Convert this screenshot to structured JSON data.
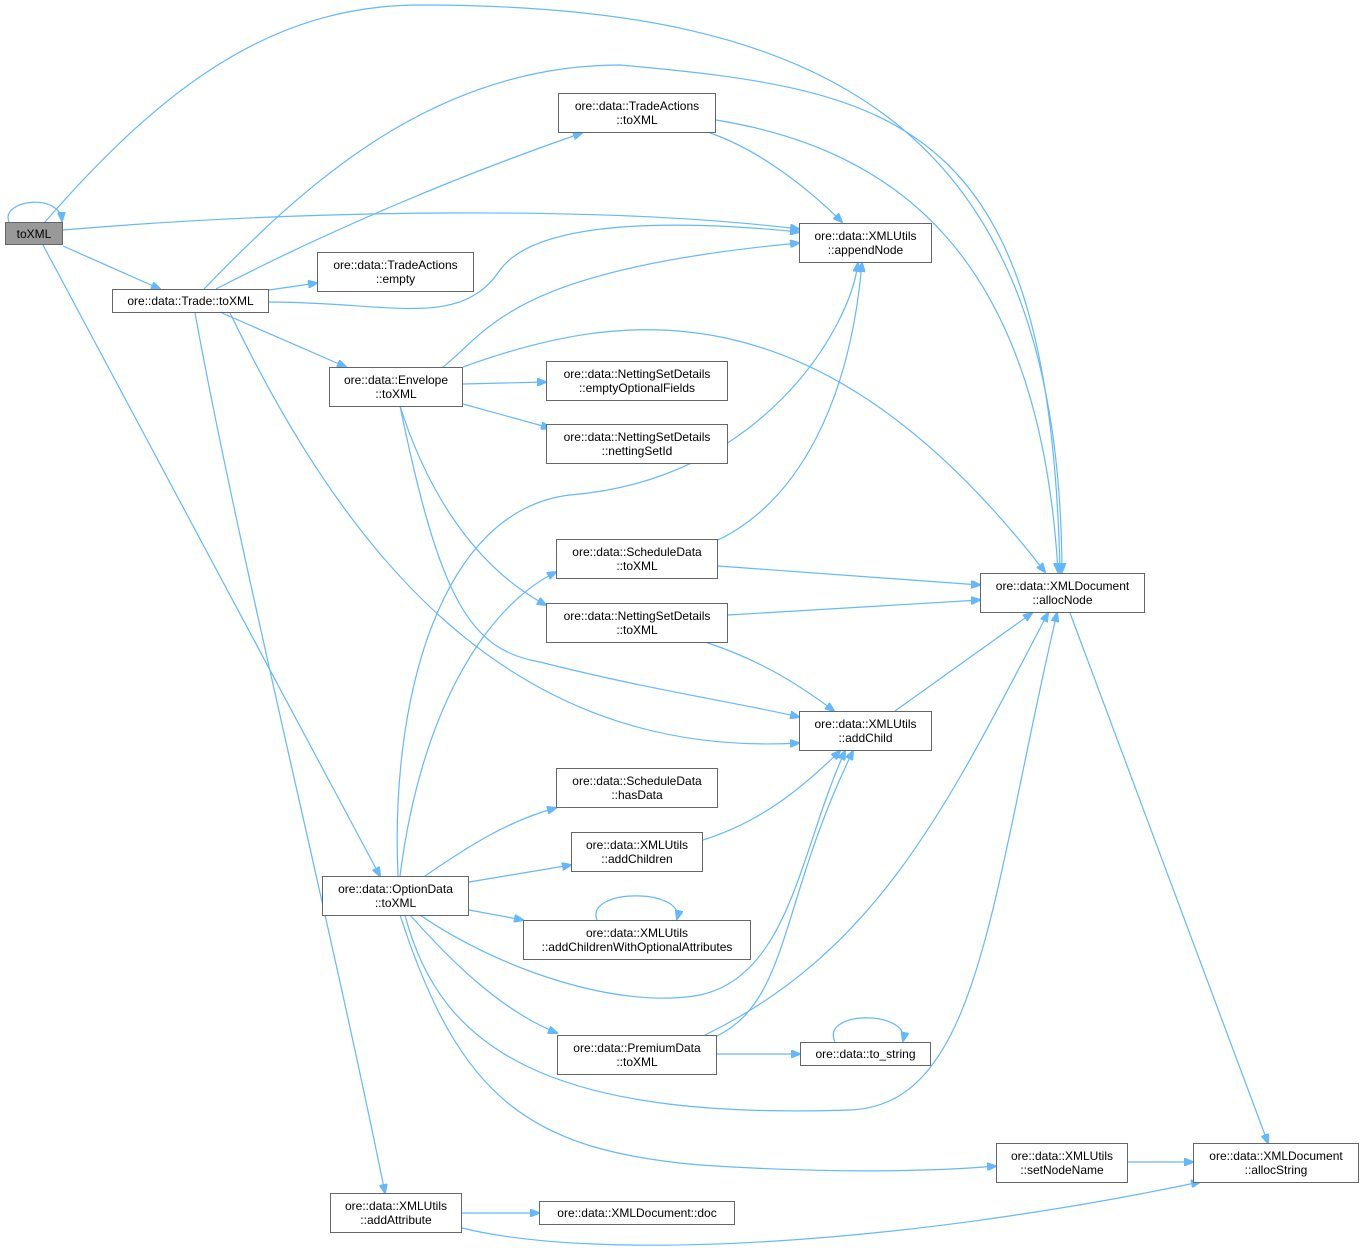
{
  "title": "Call graph of toXML",
  "nodes": {
    "root": {
      "l1": "toXML",
      "l2": ""
    },
    "trade_toxml": {
      "l1": "ore::data::Trade::toXML",
      "l2": ""
    },
    "tradeactions_toxml": {
      "l1": "ore::data::TradeActions",
      "l2": "::toXML"
    },
    "tradeactions_empty": {
      "l1": "ore::data::TradeActions",
      "l2": "::empty"
    },
    "appendnode": {
      "l1": "ore::data::XMLUtils",
      "l2": "::appendNode"
    },
    "envelope_toxml": {
      "l1": "ore::data::Envelope",
      "l2": "::toXML"
    },
    "nsd_emptyoptional": {
      "l1": "ore::data::NettingSetDetails",
      "l2": "::emptyOptionalFields"
    },
    "nsd_nettingsetid": {
      "l1": "ore::data::NettingSetDetails",
      "l2": "::nettingSetId"
    },
    "scheduledata_toxml": {
      "l1": "ore::data::ScheduleData",
      "l2": "::toXML"
    },
    "nsd_toxml": {
      "l1": "ore::data::NettingSetDetails",
      "l2": "::toXML"
    },
    "allocnode": {
      "l1": "ore::data::XMLDocument",
      "l2": "::allocNode"
    },
    "addchild": {
      "l1": "ore::data::XMLUtils",
      "l2": "::addChild"
    },
    "scheduledata_hasdata": {
      "l1": "ore::data::ScheduleData",
      "l2": "::hasData"
    },
    "addchildren": {
      "l1": "ore::data::XMLUtils",
      "l2": "::addChildren"
    },
    "optiondata_toxml": {
      "l1": "ore::data::OptionData",
      "l2": "::toXML"
    },
    "addchildrenopt": {
      "l1": "ore::data::XMLUtils",
      "l2": "::addChildrenWithOptionalAttributes"
    },
    "premiumdata_toxml": {
      "l1": "ore::data::PremiumData",
      "l2": "::toXML"
    },
    "to_string": {
      "l1": "ore::data::to_string",
      "l2": ""
    },
    "setnodename": {
      "l1": "ore::data::XMLUtils",
      "l2": "::setNodeName"
    },
    "allocstring": {
      "l1": "ore::data::XMLDocument",
      "l2": "::allocString"
    },
    "addattribute": {
      "l1": "ore::data::XMLUtils",
      "l2": "::addAttribute"
    },
    "doc": {
      "l1": "ore::data::XMLDocument::doc",
      "l2": ""
    }
  },
  "colors": {
    "edge": "#63b8ff",
    "root_fill": "#999999",
    "border": "#666666"
  }
}
